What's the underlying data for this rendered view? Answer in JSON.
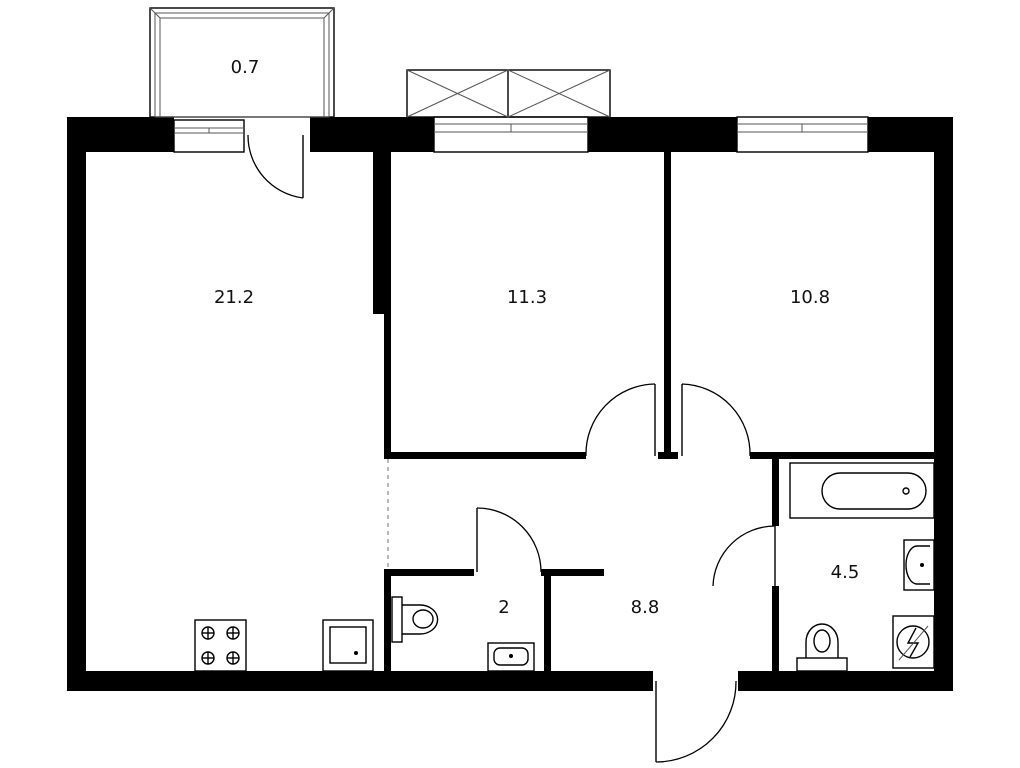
{
  "rooms": {
    "balcony": "0.7",
    "living_kitchen": "21.2",
    "bedroom_1": "11.3",
    "bedroom_2": "10.8",
    "wc": "2",
    "hall": "8.8",
    "bathroom": "4.5"
  },
  "icons": {
    "stove": "stove-icon",
    "kitchen_sink": "kitchen-sink-icon",
    "toilet": "toilet-icon",
    "washbasin": "washbasin-icon",
    "bathtub": "bathtub-icon",
    "washing_machine": "washing-machine-icon"
  },
  "colors": {
    "wall": "#000000",
    "background": "#ffffff"
  }
}
